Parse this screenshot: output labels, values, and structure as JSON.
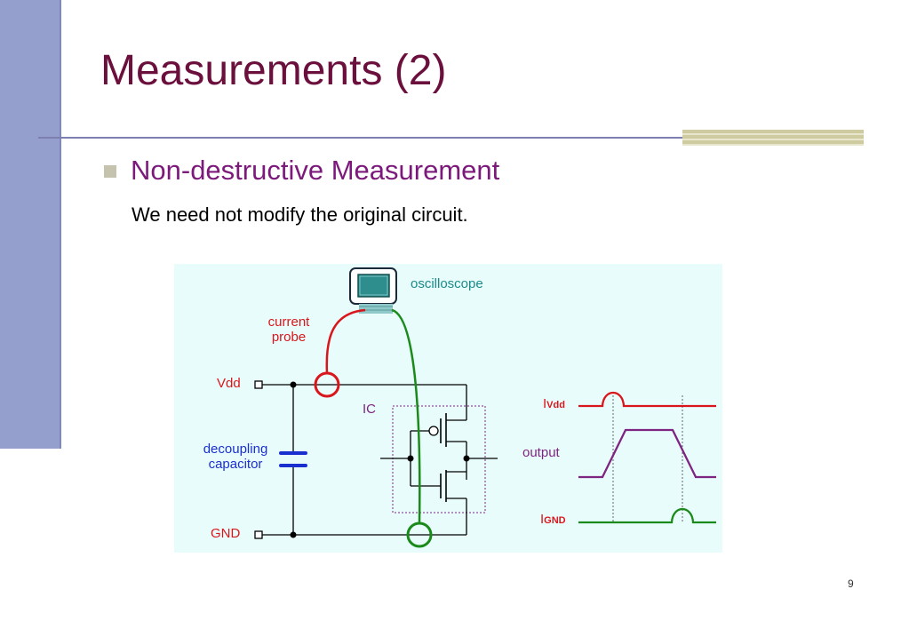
{
  "slide": {
    "title": "Measurements (2)",
    "bullet": "Non-destructive Measurement",
    "subtext": "We need not modify the original circuit.",
    "page_number": "9"
  },
  "diagram": {
    "oscilloscope_label": "oscilloscope",
    "current_probe_line1": "current",
    "current_probe_line2": "probe",
    "vdd_label": "Vdd",
    "gnd_label": "GND",
    "ic_label": "IC",
    "decoupling_line1": "decoupling",
    "decoupling_line2": "capacitor",
    "ivdd_main": "I",
    "ivdd_sub": "Vdd",
    "output_label": "output",
    "ignd_main": "I",
    "ignd_sub": "GND"
  },
  "colors": {
    "title": "#6b0f3d",
    "bullet": "#7c1a7c",
    "red_wire": "#d9161b",
    "green_wire": "#1a8a1a",
    "capacitor": "#1a2fd0",
    "output_wave": "#7d2580"
  }
}
